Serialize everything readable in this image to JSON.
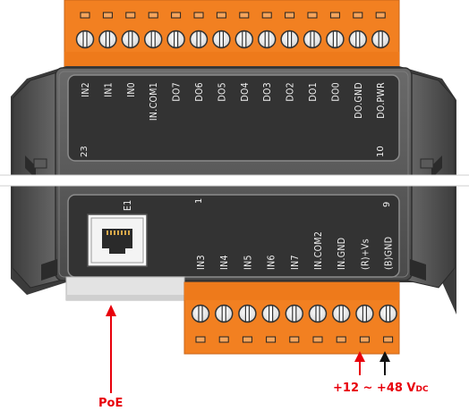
{
  "module": {
    "top_terminal_labels": [
      "IN2",
      "IN1",
      "IN0",
      "IN.COM1",
      "DO7",
      "DO6",
      "DO5",
      "DO4",
      "DO3",
      "DO2",
      "DO1",
      "DO0",
      "DO.GND",
      "DO.PWR"
    ],
    "bottom_terminal_labels": [
      "IN3",
      "IN4",
      "IN5",
      "IN6",
      "IN7",
      "IN.COM2",
      "IN.GND",
      "(R)+Vs",
      "(B)GND"
    ],
    "pin_numbers": {
      "top_left": "23",
      "top_right": "10",
      "bottom_left": "1",
      "bottom_right": "9"
    },
    "ethernet_port_label": "E1"
  },
  "annotations": {
    "poe": "PoE",
    "power": "+12 ~ +48 V",
    "power_unit": "DC"
  },
  "colors": {
    "terminal_orange": "#f28021",
    "body_dark": "#4b4b4b",
    "body_light": "#9a9a9a",
    "arrow_red": "#e8000b",
    "arrow_black": "#111111"
  }
}
